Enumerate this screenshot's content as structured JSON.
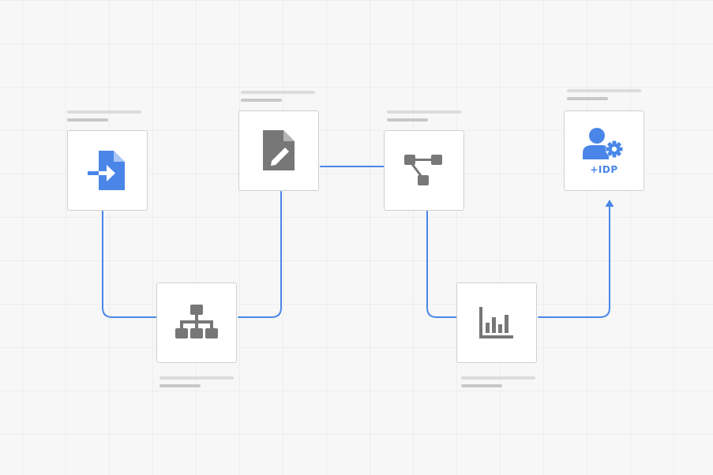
{
  "colors": {
    "connector": "#4a86e8",
    "accent_icon": "#4a86e8",
    "neutral_icon": "#777777",
    "node_border": "#cfcfcf",
    "placeholder_text": "#d3d3d3"
  },
  "nodes": [
    {
      "id": "import",
      "icon": "file-import-icon"
    },
    {
      "id": "hierarchy",
      "icon": "org-chart-icon"
    },
    {
      "id": "edit",
      "icon": "file-edit-icon"
    },
    {
      "id": "workflow",
      "icon": "workflow-icon"
    },
    {
      "id": "analytics",
      "icon": "bar-chart-icon"
    },
    {
      "id": "idp",
      "icon": "user-settings-icon",
      "label": "+IDP"
    }
  ]
}
